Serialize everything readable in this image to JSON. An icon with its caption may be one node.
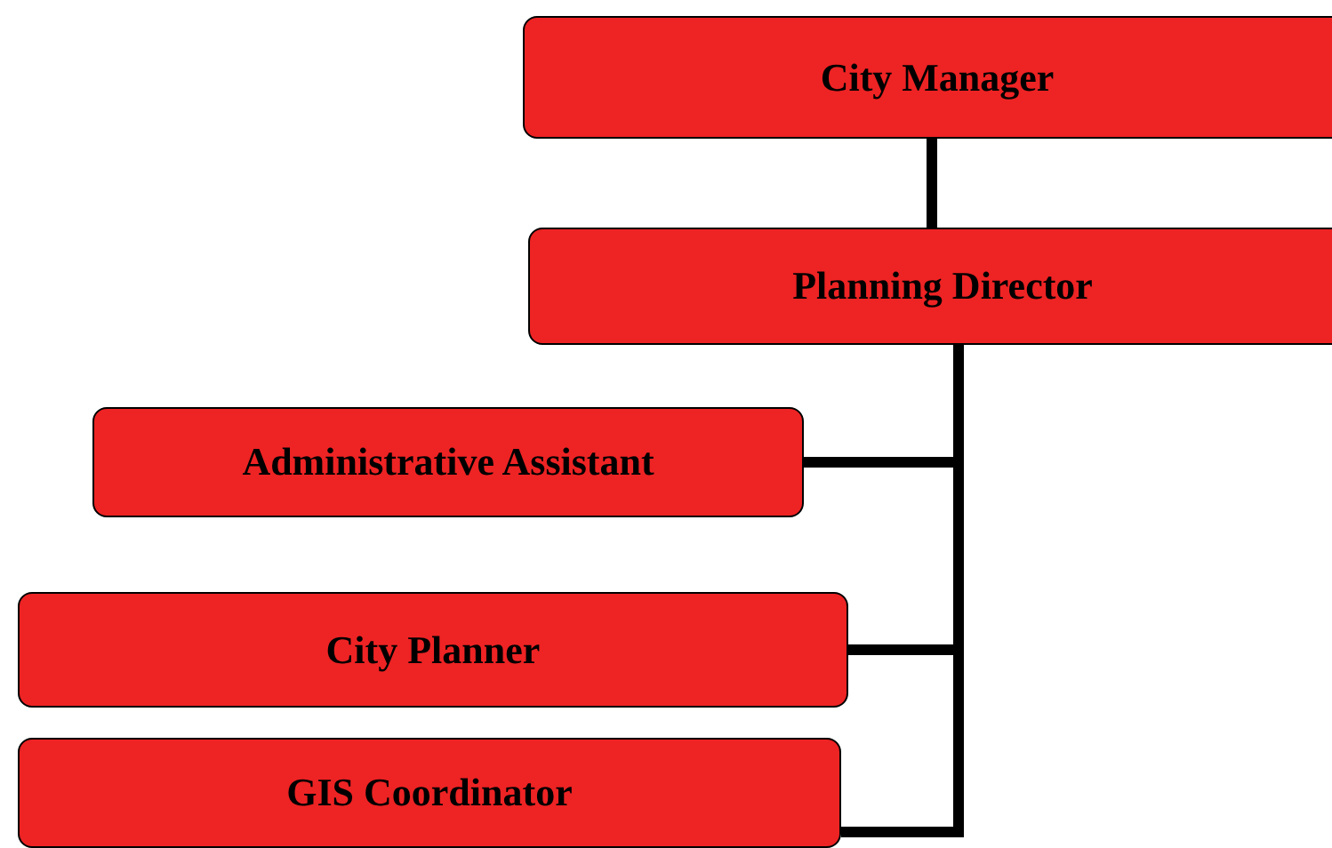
{
  "diagram": {
    "nodes": [
      {
        "text": [
          "City Manager"
        ]
      },
      {
        "text": [
          "Planning Director"
        ]
      },
      {
        "text": [
          "Administrative Assistant"
        ]
      },
      {
        "text": [
          "City Planner"
        ]
      },
      {
        "text": [
          "GIS Coordinator"
        ]
      }
    ],
    "edges": [
      {
        "from": 0,
        "to": 1,
        "arrow": "none"
      },
      {
        "from": 1,
        "to": 2,
        "arrow": "none"
      },
      {
        "from": 1,
        "to": 3,
        "arrow": "none"
      },
      {
        "from": 1,
        "to": 4,
        "arrow": "none"
      }
    ]
  }
}
